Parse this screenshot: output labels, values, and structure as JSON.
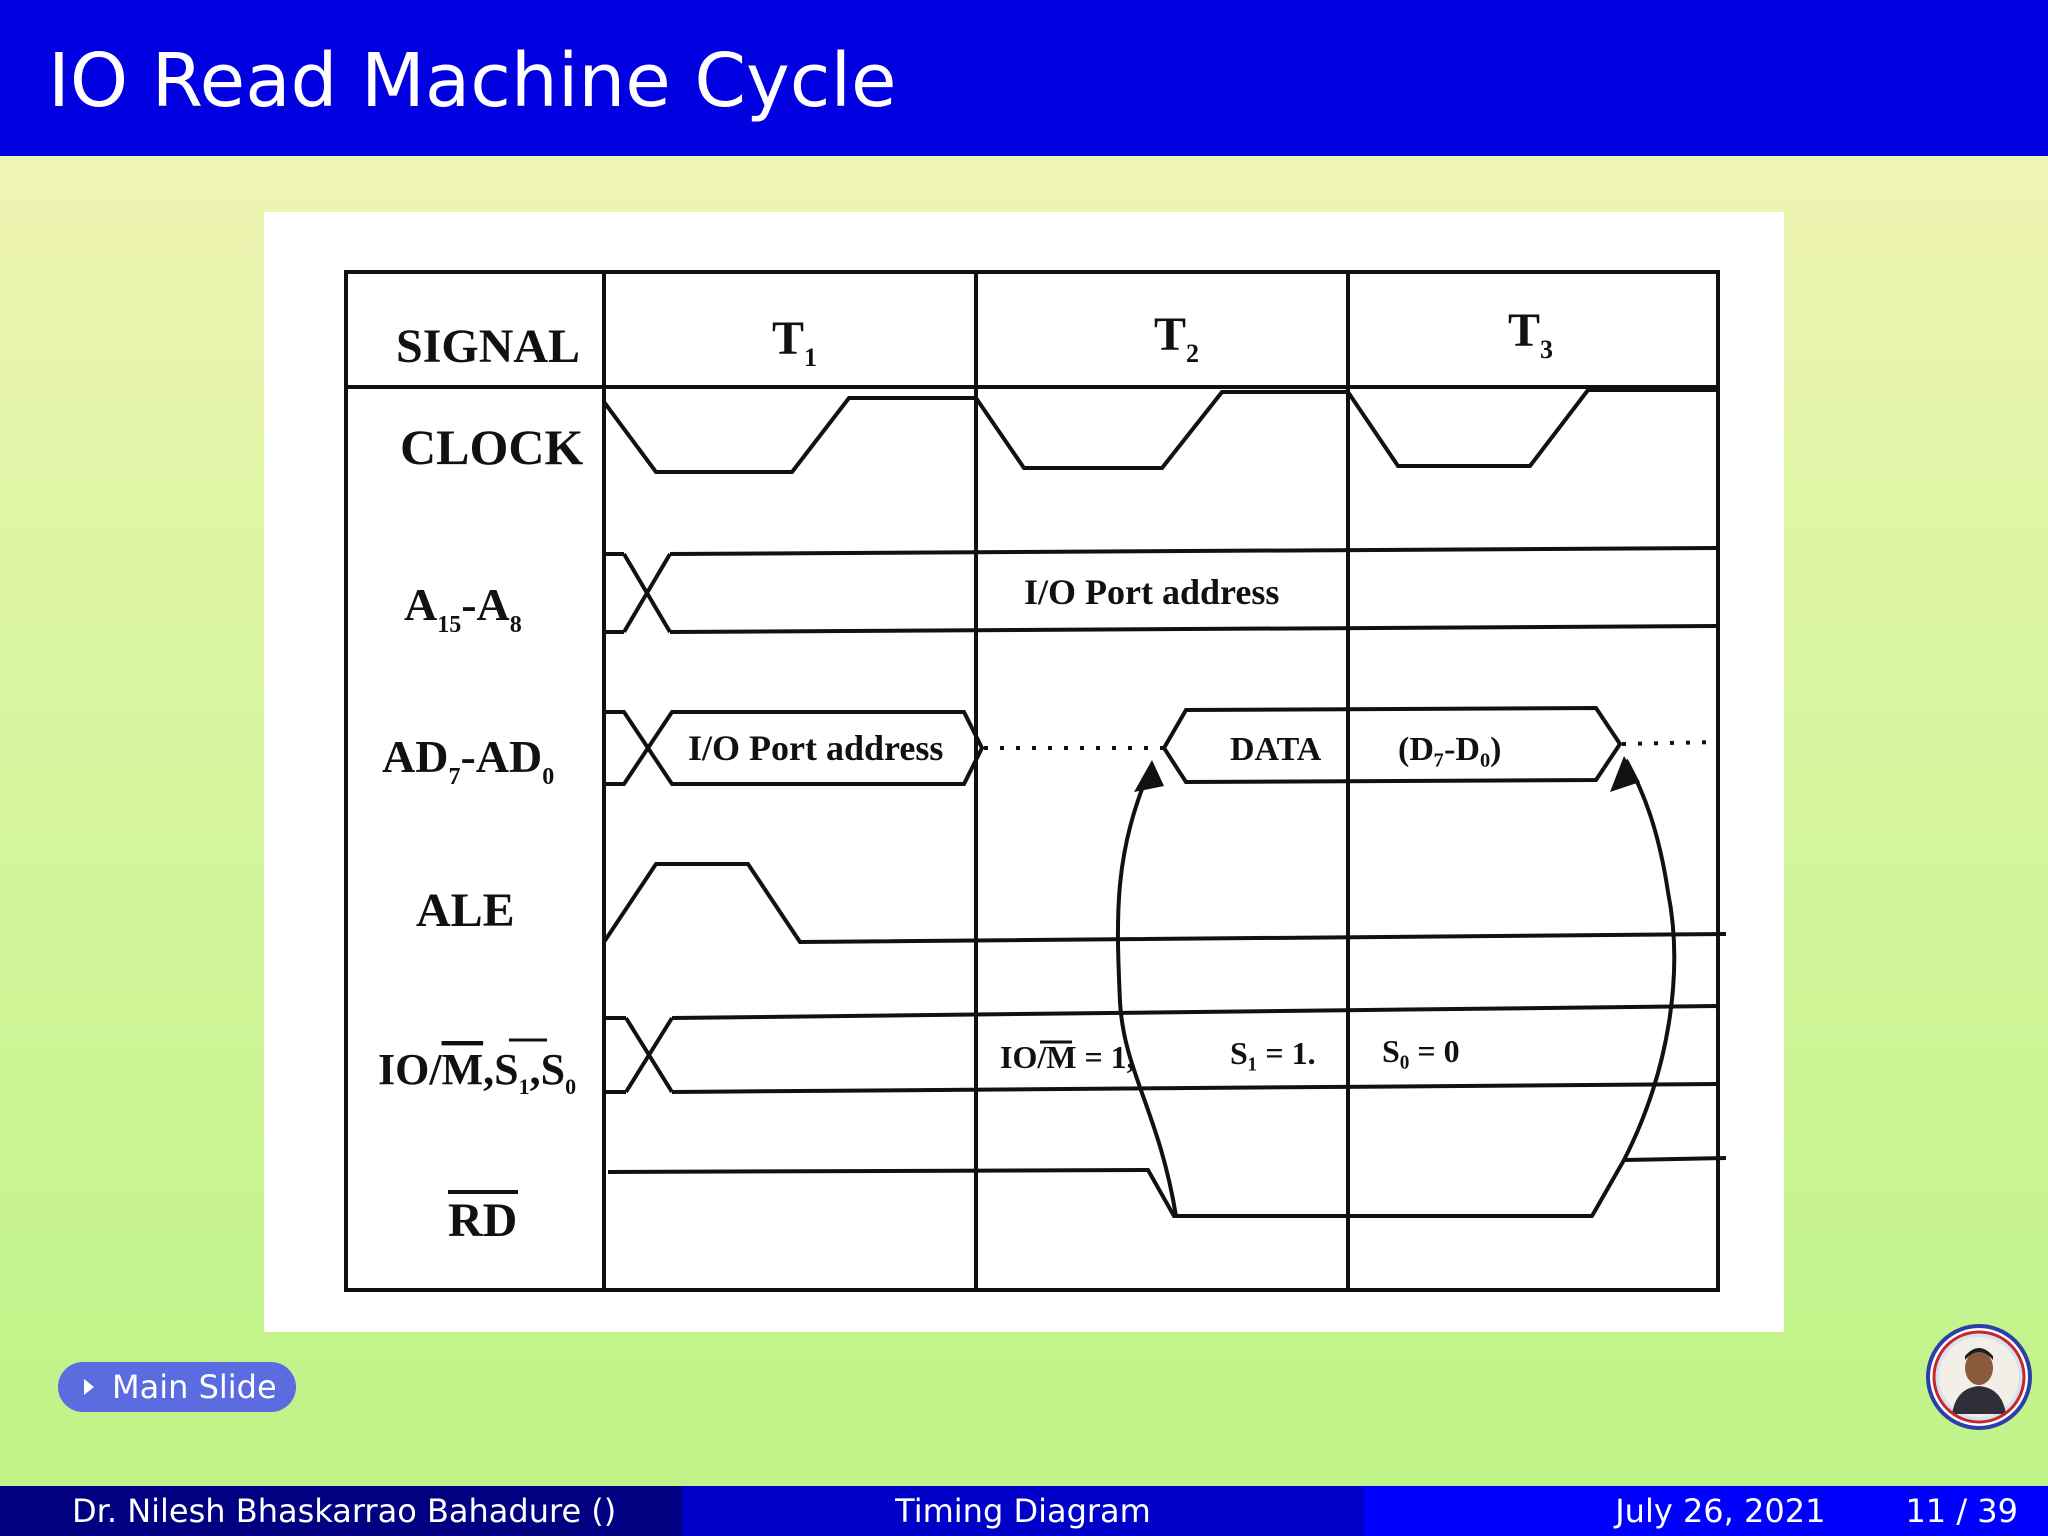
{
  "slide": {
    "title": "IO Read Machine Cycle",
    "main_slide_label": "Main Slide"
  },
  "diagram": {
    "header_signal": "SIGNAL",
    "t_states": [
      {
        "main": "T",
        "sub": "1"
      },
      {
        "main": "T",
        "sub": "2"
      },
      {
        "main": "T",
        "sub": "3"
      }
    ],
    "signals": {
      "clock": "CLOCK",
      "addr_high": {
        "main": "A",
        "sub1": "15",
        "mid": "-A",
        "sub2": "8"
      },
      "addr_low": {
        "main": "AD",
        "sub1": "7",
        "mid": "-AD",
        "sub2": "0"
      },
      "ale": "ALE",
      "status": {
        "a": "IO/",
        "overline": "M",
        "b": ",S",
        "sub1": "1",
        "c": ",S",
        "sub2": "0"
      },
      "rd": "RD"
    },
    "texts": {
      "high_port_address": "I/O Port address",
      "low_port_address": "I/O Port address",
      "data": "DATA",
      "data_range": "(D₇-D₀)",
      "io_m_value": "IO/M = 1,",
      "s1_value": "S₁ = 1.",
      "s0_value": "S₀ = 0"
    }
  },
  "footer": {
    "author": "Dr.  Nilesh Bhaskarrao Bahadure  ()",
    "topic": "Timing Diagram",
    "date": "July 26, 2021",
    "page": "11 / 39"
  }
}
